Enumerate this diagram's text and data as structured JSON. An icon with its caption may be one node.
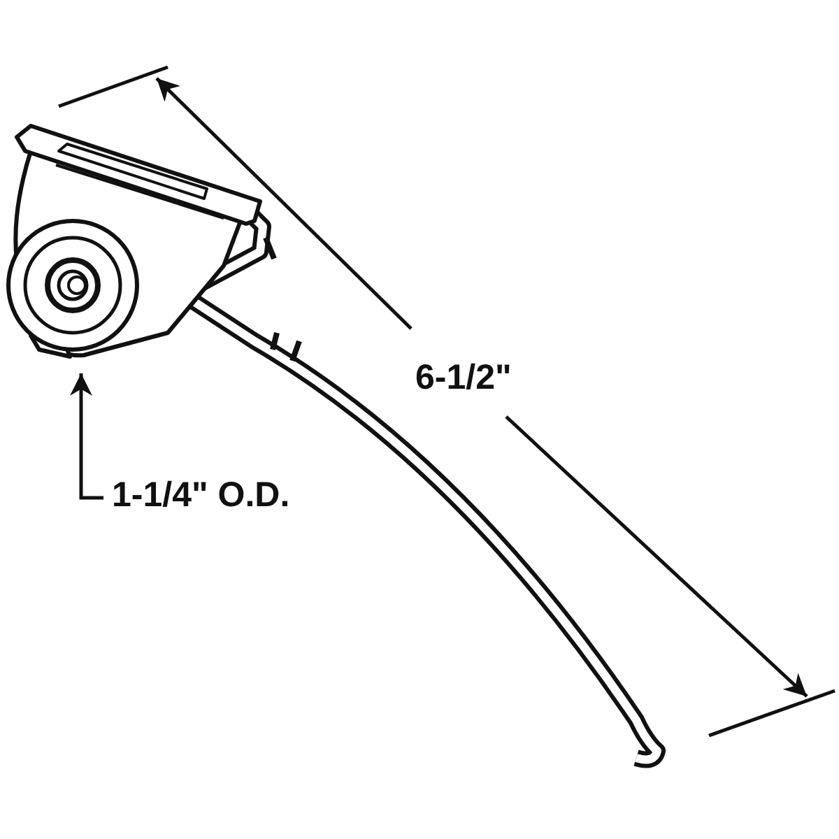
{
  "diagram": {
    "nodes": [
      {
        "text": [
          "1-1/4\" O.D."
        ]
      },
      {
        "text": [],
        "shape": "picture"
      }
    ],
    "edges": [
      {
        "from": 0,
        "to": 1,
        "arrow": "to"
      }
    ],
    "labels": [
      "6-1/2\""
    ]
  }
}
